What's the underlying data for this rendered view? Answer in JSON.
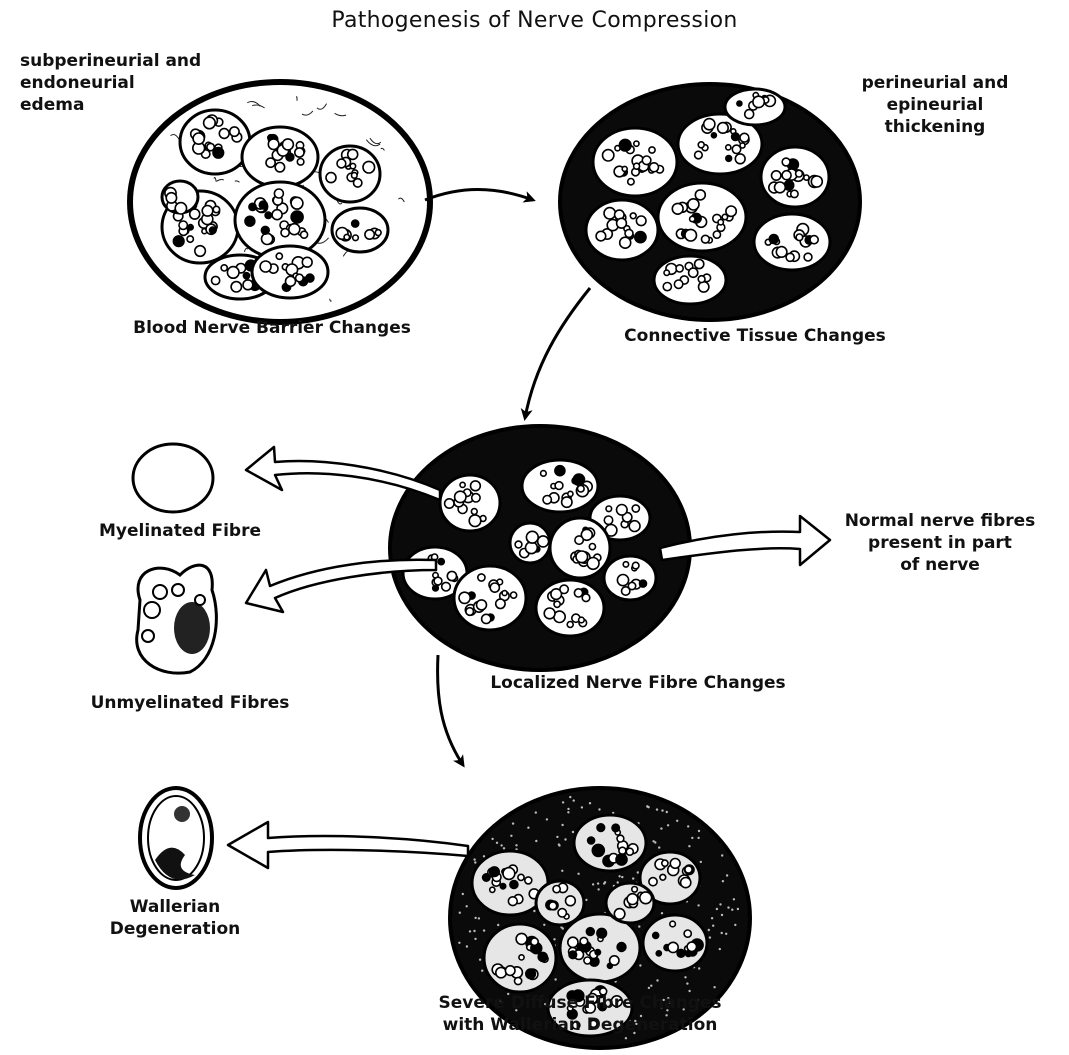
{
  "title": "Pathogenesis of Nerve Compression",
  "stages": {
    "blood_nerve": "Blood Nerve Barrier Changes",
    "connective": "Connective Tissue Changes",
    "localized": "Localized Nerve Fibre Changes",
    "severe": "Severe Diffuse Fibre Changes\nwith Wallerian Degeneration"
  },
  "annotations": {
    "edema": "subperineurial and\nendoneurial\nedema",
    "thickening": "perineurial and\nepineurial\nthickening",
    "myelinated": "Myelinated Fibre",
    "unmyelinated": "Unmyelinated Fibres",
    "normal": "Normal nerve fibres\npresent in part\nof nerve",
    "wallerian": "Wallerian\nDegeneration"
  }
}
